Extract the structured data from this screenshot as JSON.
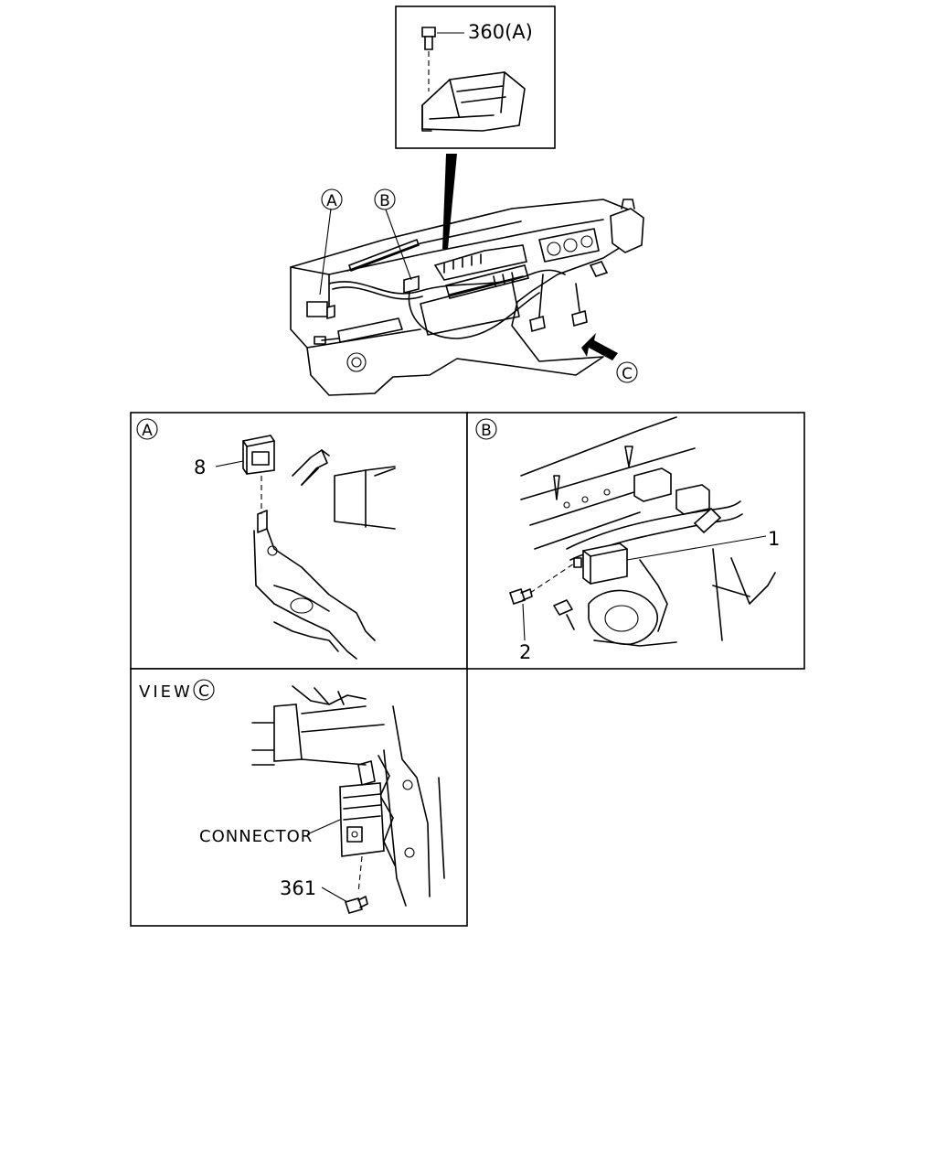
{
  "callouts": {
    "top_bolt": "360(A)",
    "overview_a": "A",
    "overview_b": "B",
    "overview_c": "C"
  },
  "panel_a": {
    "tag": "A",
    "part_8": "8"
  },
  "panel_b": {
    "tag": "B",
    "part_1": "1",
    "part_2": "2"
  },
  "panel_c": {
    "view_prefix": "VIEW",
    "view_tag": "C",
    "connector_label": "CONNECTOR",
    "part_361": "361"
  }
}
